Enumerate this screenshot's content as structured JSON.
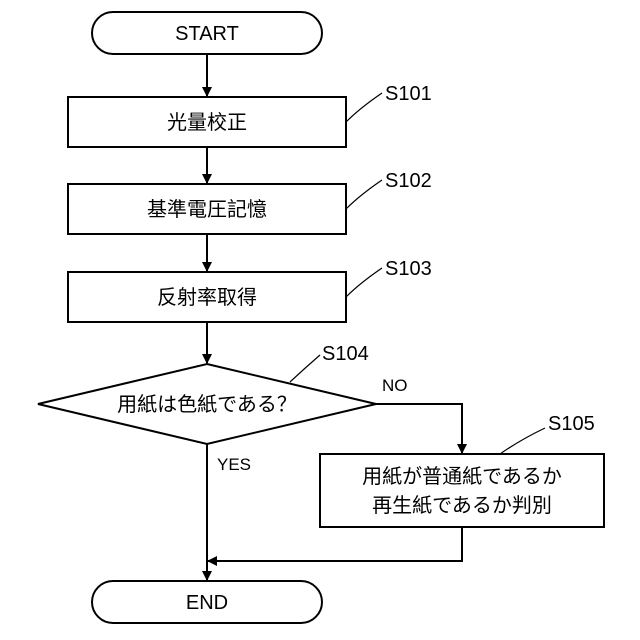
{
  "start": "START",
  "end": "END",
  "steps": {
    "s101": {
      "id": "S101",
      "text": "光量校正"
    },
    "s102": {
      "id": "S102",
      "text": "基準電圧記憶"
    },
    "s103": {
      "id": "S103",
      "text": "反射率取得"
    },
    "s104": {
      "id": "S104",
      "text": "用紙は色紙である？"
    },
    "s105": {
      "id": "S105",
      "line1": "用紙が普通紙であるか",
      "line2": "再生紙であるか判別"
    }
  },
  "branches": {
    "yes": "YES",
    "no": "NO"
  }
}
